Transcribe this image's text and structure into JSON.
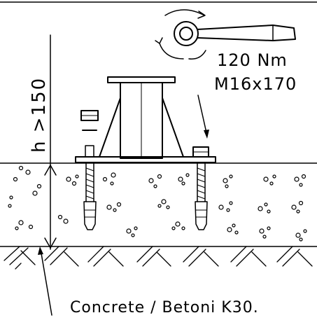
{
  "labels": {
    "torque": "120 Nm",
    "bolt": "M16x170",
    "height": "h >150",
    "material": "Concrete / Betoni K30."
  },
  "colors": {
    "ink": "#000000",
    "paper": "#ffffff"
  },
  "icons": {
    "torque_wrench": "wrench-icon",
    "rotation": "rotation-arrows-icon"
  }
}
